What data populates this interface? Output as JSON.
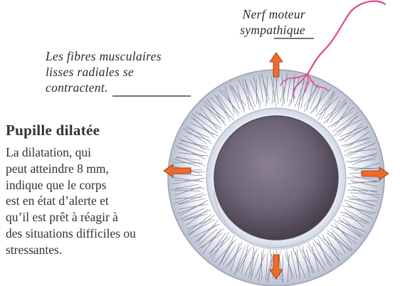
{
  "labels": {
    "nerve": [
      "Nerf moteur",
      "sympathique"
    ],
    "fibers": [
      "Les fibres musculaires",
      "lisses radiales se",
      "contractent."
    ]
  },
  "pupil": {
    "title": "Pupille dilatée",
    "description": [
      "La dilatation, qui",
      "peut atteindre 8 mm,",
      "indique que le corps",
      "est en état d’alerte et",
      "qu’il est prêt à réagir à",
      "des situations difficiles ou",
      "stressantes."
    ]
  },
  "colors": {
    "nerve": "#e0458f",
    "arrow": "#f06a2a",
    "pupil": "#6f6677",
    "iris": "#eef0f5"
  }
}
